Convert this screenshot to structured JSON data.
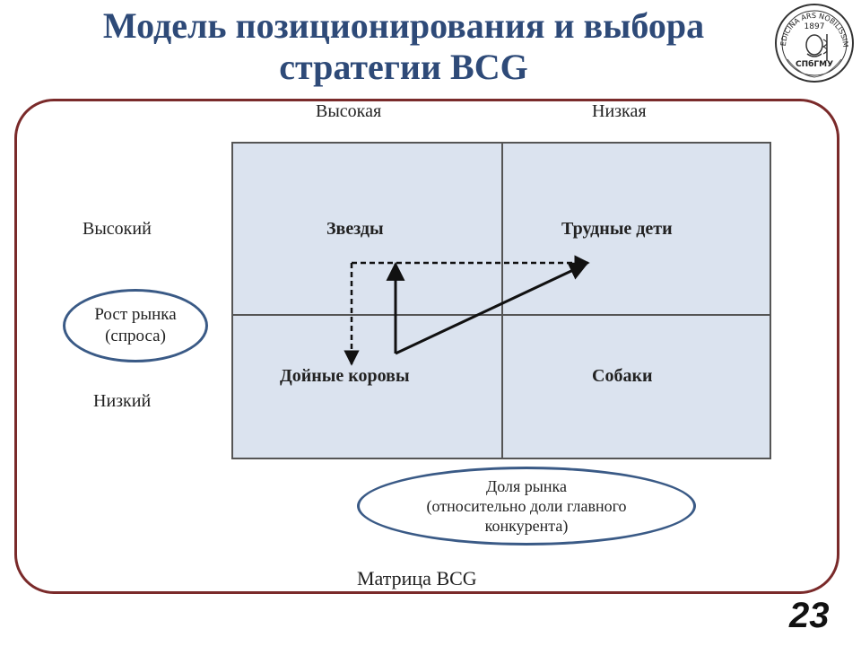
{
  "slide": {
    "title_line1": "Модель позиционирования и выбора",
    "title_line2": "стратегии BCG",
    "page_number": "23"
  },
  "logo": {
    "icon": "university-seal-icon",
    "text_arc": "MEDICINA ARS NOBILISSIMA",
    "year": "1897",
    "name": "СПбГМУ"
  },
  "matrix": {
    "column_labels": [
      "Высокая",
      "Низкая"
    ],
    "row_labels": [
      "Высокий",
      "Низкий"
    ],
    "y_axis_lines": [
      "Рост рынка",
      "(спроса)"
    ],
    "x_axis_lines": [
      "Доля рынка",
      "(относительно доли главного",
      "конкурента)"
    ],
    "cells": {
      "stars": "Звезды",
      "question_marks": "Трудные дети",
      "cash_cows": "Дойные коровы",
      "dogs": "Собаки"
    },
    "caption": "Матрица BCG"
  },
  "colors": {
    "title": "#2e4a78",
    "frame": "#7a2a2a",
    "ellipse": "#3a5a86",
    "matrix_fill": "#dbe3ef"
  }
}
